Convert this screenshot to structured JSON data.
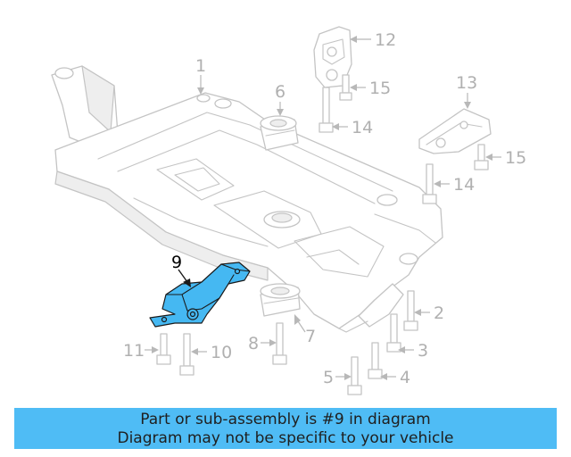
{
  "diagram": {
    "callouts": {
      "p1": "1",
      "p2": "2",
      "p3": "3",
      "p4": "4",
      "p5": "5",
      "p6": "6",
      "p7": "7",
      "p8": "8",
      "p9": "9",
      "p10": "10",
      "p11": "11",
      "p12": "12",
      "p13": "13",
      "p14a": "14",
      "p14b": "14",
      "p15a": "15",
      "p15b": "15"
    },
    "highlighted_part": "9",
    "colors": {
      "highlight": "#45b8f2",
      "banner": "#4fbcf5",
      "outline": "#c4c4c4"
    }
  },
  "banner": {
    "line1": "Part or sub-assembly is #9 in diagram",
    "line2": "Diagram may not be specific to your vehicle"
  }
}
